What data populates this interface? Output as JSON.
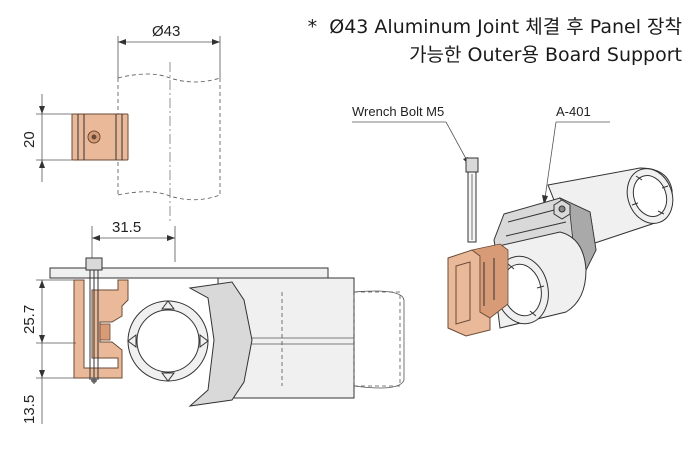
{
  "note": {
    "marker": "*",
    "line1": "Ø43 Aluminum Joint 체결 후 Panel 장착",
    "line2": "가능한 Outer용 Board Support"
  },
  "dimensions": {
    "diameter": "Ø43",
    "height": "20",
    "offset": "31.5",
    "height_upper": "25.7",
    "height_lower": "13.5"
  },
  "labels": {
    "bolt": "Wrench Bolt M5",
    "part": "A-401"
  },
  "colors": {
    "copper": "#eab99a",
    "line": "#333333"
  }
}
